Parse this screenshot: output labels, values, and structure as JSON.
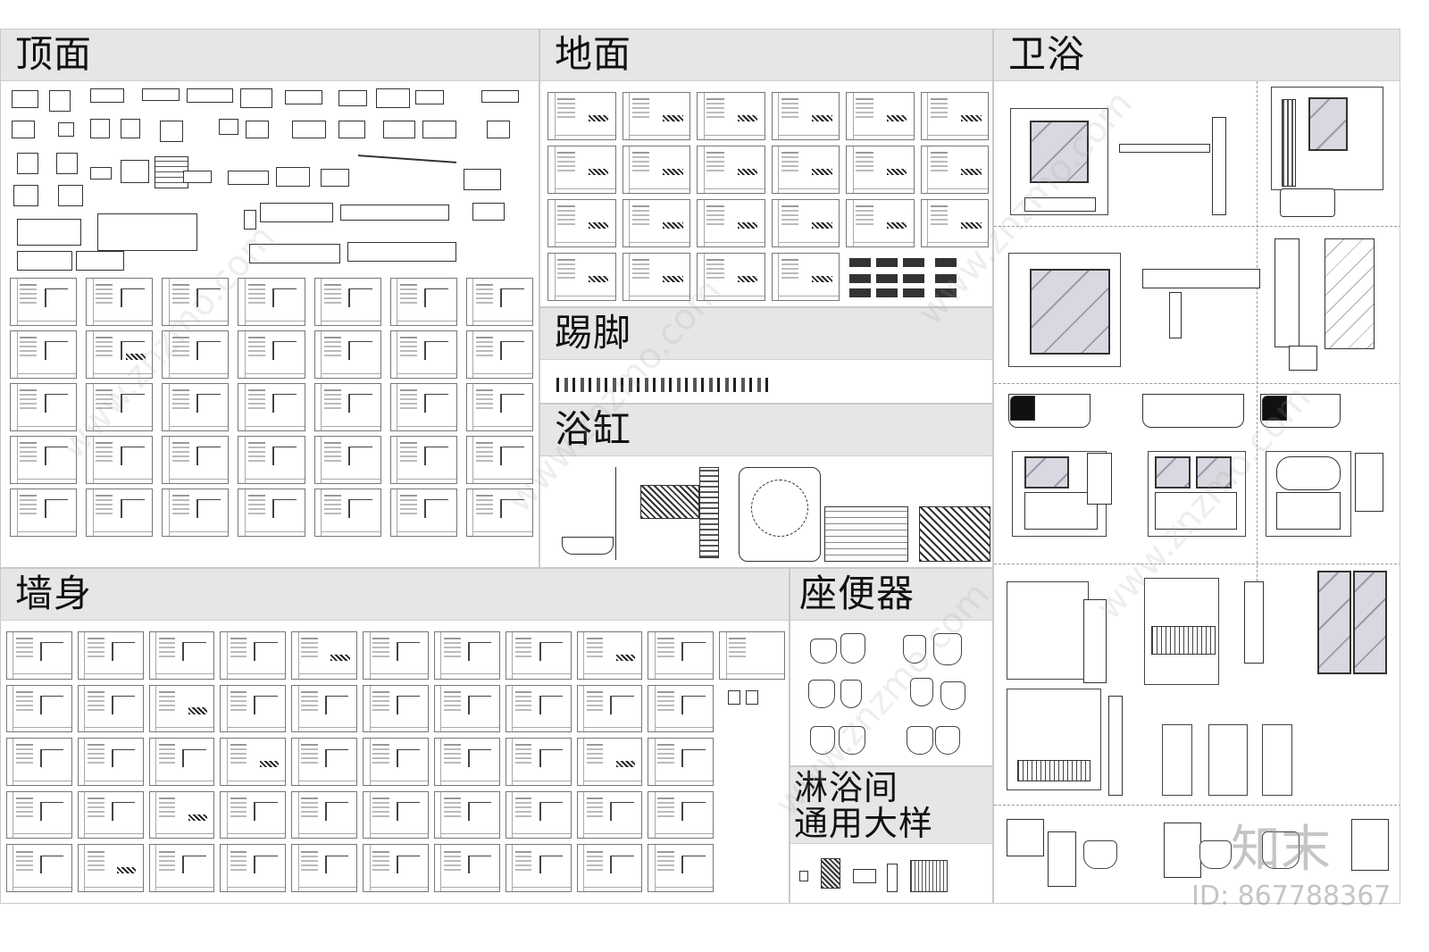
{
  "sections": {
    "ceiling": {
      "title": "顶面"
    },
    "floor": {
      "title": "地面"
    },
    "bathroom": {
      "title": "卫浴"
    },
    "skirting": {
      "title": "踢脚"
    },
    "bathtub": {
      "title": "浴缸"
    },
    "wall": {
      "title": "墙身"
    },
    "toilet": {
      "title": "座便器"
    },
    "shower_line1": {
      "title": "淋浴间"
    },
    "shower_line2": {
      "title": "通用大样"
    }
  },
  "watermark": {
    "text": "www.znzmo.com",
    "logo_text": "知末",
    "id_text": "ID: 867788367"
  }
}
